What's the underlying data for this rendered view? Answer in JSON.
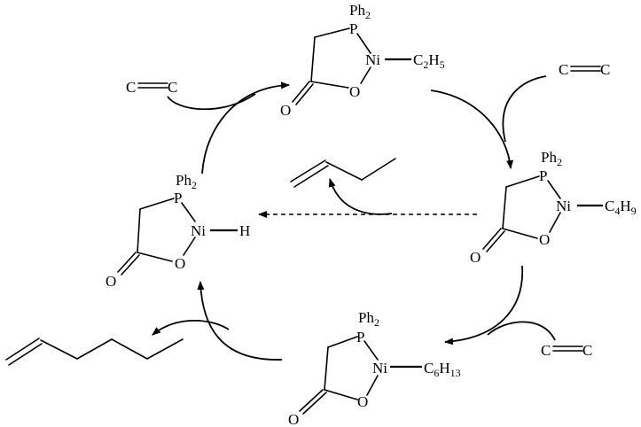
{
  "labels": {
    "ph": "Ph",
    "ph_sub": "2",
    "p": "P",
    "ni": "Ni",
    "o": "O",
    "h": "H",
    "c": "C",
    "ethyl_c": "C",
    "ethyl_c_sub": "2",
    "ethyl_h": "H",
    "ethyl_h_sub": "5",
    "butyl_c": "C",
    "butyl_c_sub": "4",
    "butyl_h": "H",
    "butyl_h_sub": "9",
    "hexyl_c": "C",
    "hexyl_c_sub": "6",
    "hexyl_h": "H",
    "hexyl_h_sub": "13"
  }
}
